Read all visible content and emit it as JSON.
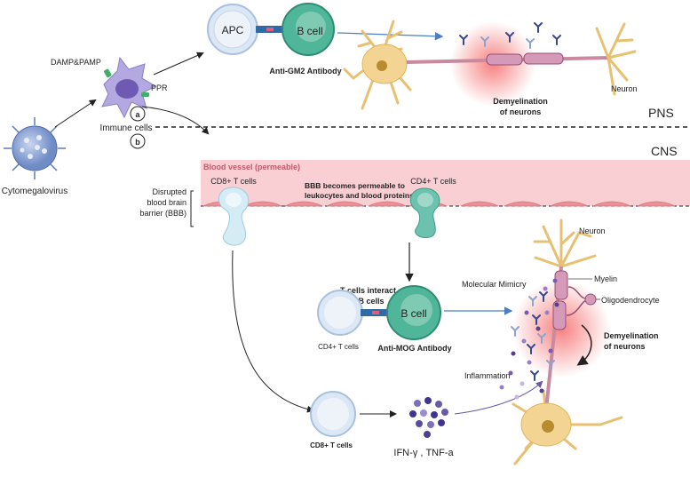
{
  "sections": {
    "pns": "PNS",
    "cns": "CNS"
  },
  "markers": {
    "a": "a",
    "b": "b"
  },
  "pathogen": {
    "label": "Cytomegalovirus"
  },
  "immune": {
    "label": "Immune cells",
    "damp": "DAMP&PAMP",
    "ppr": "PPR"
  },
  "pns_path": {
    "apc": "APC",
    "bcell": "B cell",
    "antibody": "Anti-GM2 Antibody",
    "demyelination_1": "Demyelination",
    "demyelination_2": "of neurons",
    "neuron": "Neuron"
  },
  "vessel": {
    "title": "Blood vessel (permeable)",
    "cd8": "CD8+ T cells",
    "cd4": "CD4+ T cells",
    "bbb_note_1": "BBB becomes permeable to",
    "bbb_note_2": "leukocytes and blood proteins",
    "bbb_label_1": "Disrupted",
    "bbb_label_2": "blood brain",
    "bbb_label_3": "barrier (BBB)"
  },
  "cns_path": {
    "interact_1": "T cells interact",
    "interact_2": "with B cells",
    "cd4": "CD4+ T cells",
    "bcell": "B cell",
    "antibody": "Anti-MOG Antibody",
    "mimicry": "Molecular Mimicry",
    "myelin": "Myelin",
    "oligo": "Oligodendrocyte",
    "neuron": "Neuron",
    "demyelination_1": "Demyelination",
    "demyelination_2": "of neurons",
    "inflammation": "Inflammation",
    "cd8": "CD8+ T cells",
    "cytokines": "IFN-γ , TNF-a"
  },
  "colors": {
    "vessel": "#f9cfd3",
    "endothelial": "#ee8f98",
    "immune_cell": "#b3a8e0",
    "apc": "#dbe7f4",
    "bcell": "#4fb69a",
    "neuron": "#f3d493",
    "axon": "#c98a9f",
    "inflammation": "#f24a4a",
    "cytokine": "#4b3f8f"
  }
}
